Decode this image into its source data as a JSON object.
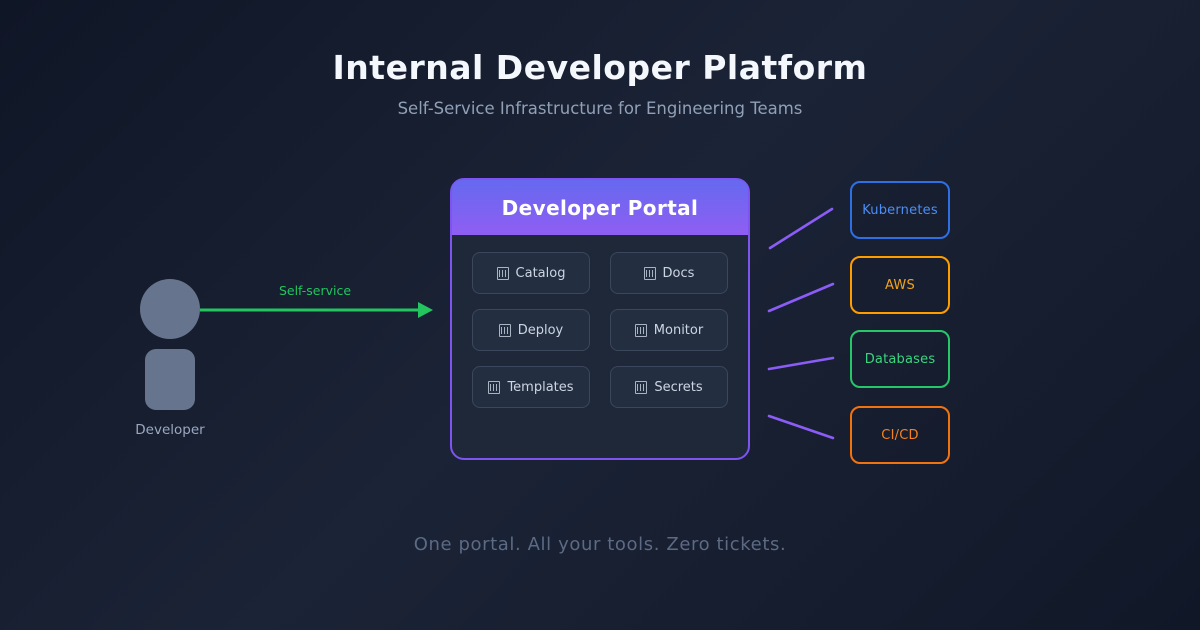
{
  "page": {
    "title": "Internal Developer Platform",
    "subtitle": "Self-Service Infrastructure for Engineering Teams",
    "footer": "One portal. All your tools. Zero tickets."
  },
  "developer": {
    "label": "Developer"
  },
  "arrow": {
    "label": "Self-service",
    "color": "#22c55e"
  },
  "portal": {
    "title": "Developer Portal",
    "border_color": "#7d53f2",
    "header_gradient": [
      "#6669f0",
      "#8f5ef2"
    ],
    "buttons": [
      {
        "label": "Catalog",
        "icon": "catalog-icon"
      },
      {
        "label": "Docs",
        "icon": "docs-icon"
      },
      {
        "label": "Deploy",
        "icon": "deploy-icon"
      },
      {
        "label": "Monitor",
        "icon": "monitor-icon"
      },
      {
        "label": "Templates",
        "icon": "templates-icon"
      },
      {
        "label": "Secrets",
        "icon": "secrets-icon"
      }
    ]
  },
  "services": [
    {
      "label": "Kubernetes",
      "color": "#2f6fe4"
    },
    {
      "label": "AWS",
      "color": "#ff9d00"
    },
    {
      "label": "Databases",
      "color": "#27c768"
    },
    {
      "label": "CI/CD",
      "color": "#f1730f"
    }
  ],
  "colors": {
    "background": "#141c2e",
    "connector": "#8b5cf6",
    "figure": "#66758d"
  }
}
